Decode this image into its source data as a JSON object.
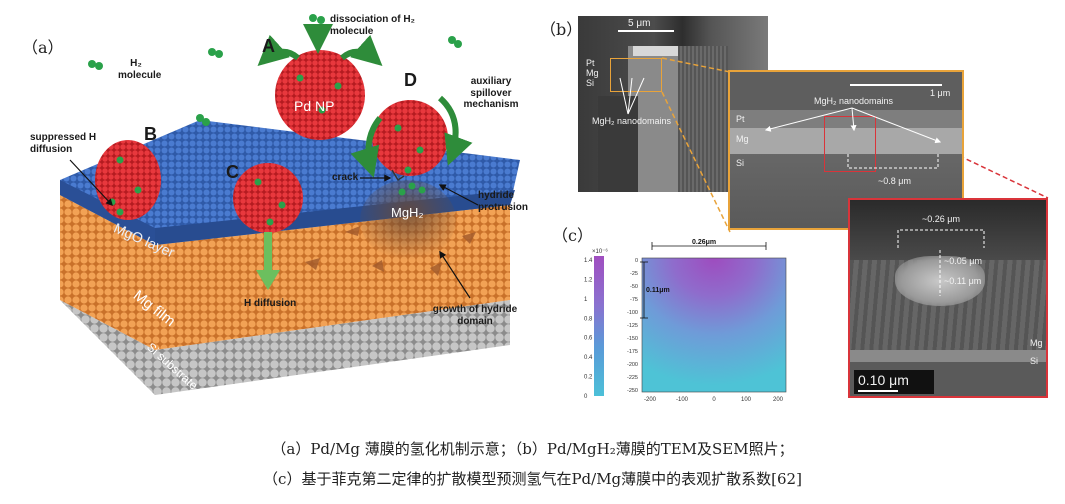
{
  "panel_a": {
    "label": "（a）",
    "h2_molecule": "H₂ molecule",
    "dissociation": "dissociation of H₂ molecule",
    "letter_a": "A",
    "letter_b": "B",
    "letter_c": "C",
    "letter_d": "D",
    "pd_np": "Pd NP",
    "auxiliary": "auxiliary spillover mechanism",
    "suppressed": "suppressed H diffusion",
    "crack": "crack",
    "mgh2": "MgH₂",
    "hydride_protrusion": "hydride protrusion",
    "mgo_layer": "MgO layer",
    "mg_film": "Mg film",
    "si_substrate": "Si substrate",
    "h_diffusion": "H diffusion",
    "growth": "growth of hydride domain"
  },
  "panel_b": {
    "label": "（b）",
    "scale1": "5 μm",
    "pt": "Pt",
    "mg": "Mg",
    "si": "Si",
    "nanodomains1": "MgH₂ nanodomains",
    "scale2": "1 μm",
    "nanodomains2": "MgH₂ nanodomains",
    "pt2": "Pt",
    "mg2": "Mg",
    "si2": "Si",
    "width2": "~0.8 μm",
    "width3": "~0.26 μm",
    "depth1": "~0.05 μm",
    "depth2": "~0.11 μm",
    "mg3": "Mg",
    "si3": "Si",
    "scale3": "0.10  μm"
  },
  "panel_c": {
    "label": "（c）",
    "width_label": "0.26μm",
    "depth_label": "0.11μm",
    "colorbar_exp": "×10⁻⁶",
    "colorbar_ticks": [
      "1.4",
      "1.2",
      "1",
      "0.8",
      "0.6",
      "0.4",
      "0.2",
      "0"
    ],
    "y_ticks": [
      "0",
      "-25",
      "-50",
      "-75",
      "-100",
      "-125",
      "-150",
      "-175",
      "-200",
      "-225",
      "-250"
    ],
    "x_ticks": [
      "-200",
      "-100",
      "0",
      "100",
      "200"
    ]
  },
  "caption": {
    "line1": "（a）Pd/Mg 薄膜的氢化机制示意；（b）Pd/MgH₂薄膜的TEM及SEM照片；",
    "line2": "（c）基于菲克第二定律的扩散模型预测氢气在Pd/Mg薄膜中的表观扩散系数[62]"
  },
  "colors": {
    "mgo": "#3d66b8",
    "mg_film": "#e8964a",
    "si": "#b0b0b0",
    "pd": "#d8252c",
    "h_atom": "#2aa14a",
    "frame_orange": "#e8a33a",
    "frame_red": "#d9343a"
  }
}
